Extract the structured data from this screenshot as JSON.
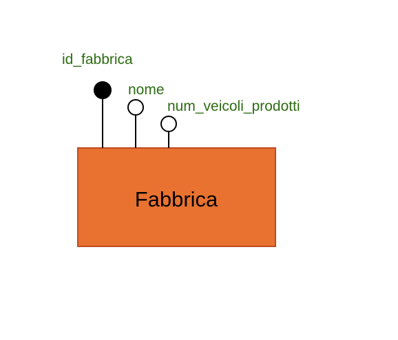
{
  "diagram": {
    "entity": {
      "name": "Fabbrica",
      "fill_color": "#e97230",
      "border_color": "#c04a22"
    },
    "attributes": [
      {
        "name": "id_fabbrica",
        "primary_key": true
      },
      {
        "name": "nome",
        "primary_key": false
      },
      {
        "name": "num_veicoli_prodotti",
        "primary_key": false
      }
    ],
    "label_color": "#2e6b12"
  }
}
